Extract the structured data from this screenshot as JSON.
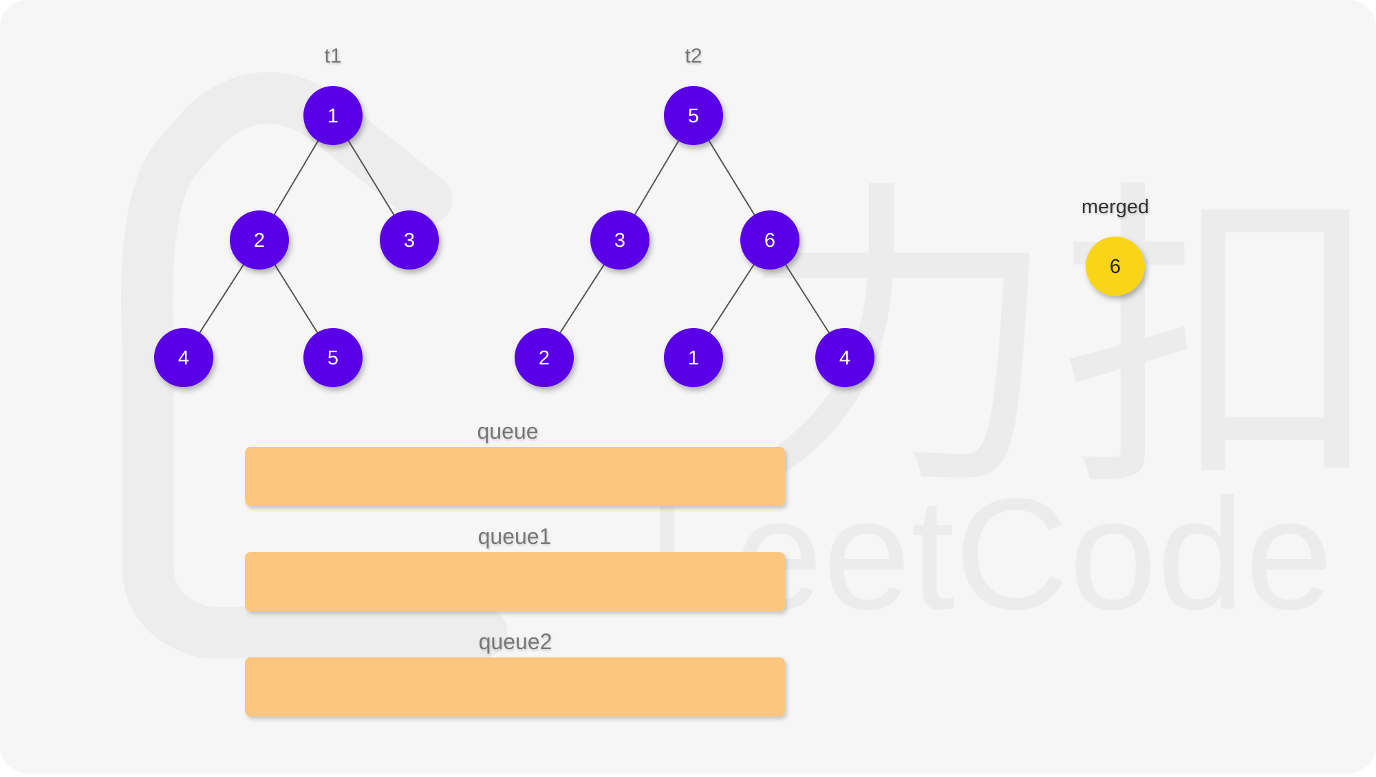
{
  "watermark": {
    "chars": "力扣",
    "brand": "LeetCode"
  },
  "colors": {
    "background": "#f6f6f7",
    "node_fill": "#5a00e6",
    "node_text": "#ffffff",
    "merged_fill": "#fad419",
    "merged_text": "#222222",
    "queue_fill": "#fdc67e",
    "label_text": "#777777",
    "edge": "#555555"
  },
  "trees": [
    {
      "label": "t1",
      "nodes": [
        {
          "id": "t1-n1",
          "value": "1"
        },
        {
          "id": "t1-n2",
          "value": "2"
        },
        {
          "id": "t1-n3",
          "value": "3"
        },
        {
          "id": "t1-n4",
          "value": "4"
        },
        {
          "id": "t1-n5",
          "value": "5"
        }
      ],
      "edges": [
        [
          "t1-n1",
          "t1-n2"
        ],
        [
          "t1-n1",
          "t1-n3"
        ],
        [
          "t1-n2",
          "t1-n4"
        ],
        [
          "t1-n2",
          "t1-n5"
        ]
      ]
    },
    {
      "label": "t2",
      "nodes": [
        {
          "id": "t2-n1",
          "value": "5"
        },
        {
          "id": "t2-n2",
          "value": "3"
        },
        {
          "id": "t2-n3",
          "value": "6"
        },
        {
          "id": "t2-n4",
          "value": "2"
        },
        {
          "id": "t2-n5",
          "value": "1"
        },
        {
          "id": "t2-n6",
          "value": "4"
        }
      ],
      "edges": [
        [
          "t2-n1",
          "t2-n2"
        ],
        [
          "t2-n1",
          "t2-n3"
        ],
        [
          "t2-n2",
          "t2-n4"
        ],
        [
          "t2-n3",
          "t2-n5"
        ],
        [
          "t2-n3",
          "t2-n6"
        ]
      ]
    }
  ],
  "merged": {
    "label": "merged",
    "value": "6"
  },
  "queues": [
    {
      "label": "queue"
    },
    {
      "label": "queue1"
    },
    {
      "label": "queue2"
    }
  ]
}
